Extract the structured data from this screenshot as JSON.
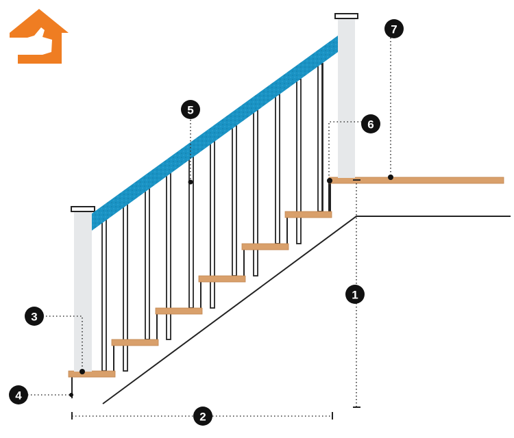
{
  "logo": {
    "name": "house-thumbs-up-logo",
    "color": "#ef7d22"
  },
  "colors": {
    "handrail": "#1a93c4",
    "tread": "#d9a06b",
    "post": "#e6e8ea",
    "line": "#222222"
  },
  "markers": [
    {
      "id": "1",
      "label": "1"
    },
    {
      "id": "2",
      "label": "2"
    },
    {
      "id": "3",
      "label": "3"
    },
    {
      "id": "4",
      "label": "4"
    },
    {
      "id": "5",
      "label": "5"
    },
    {
      "id": "6",
      "label": "6"
    },
    {
      "id": "7",
      "label": "7"
    }
  ]
}
